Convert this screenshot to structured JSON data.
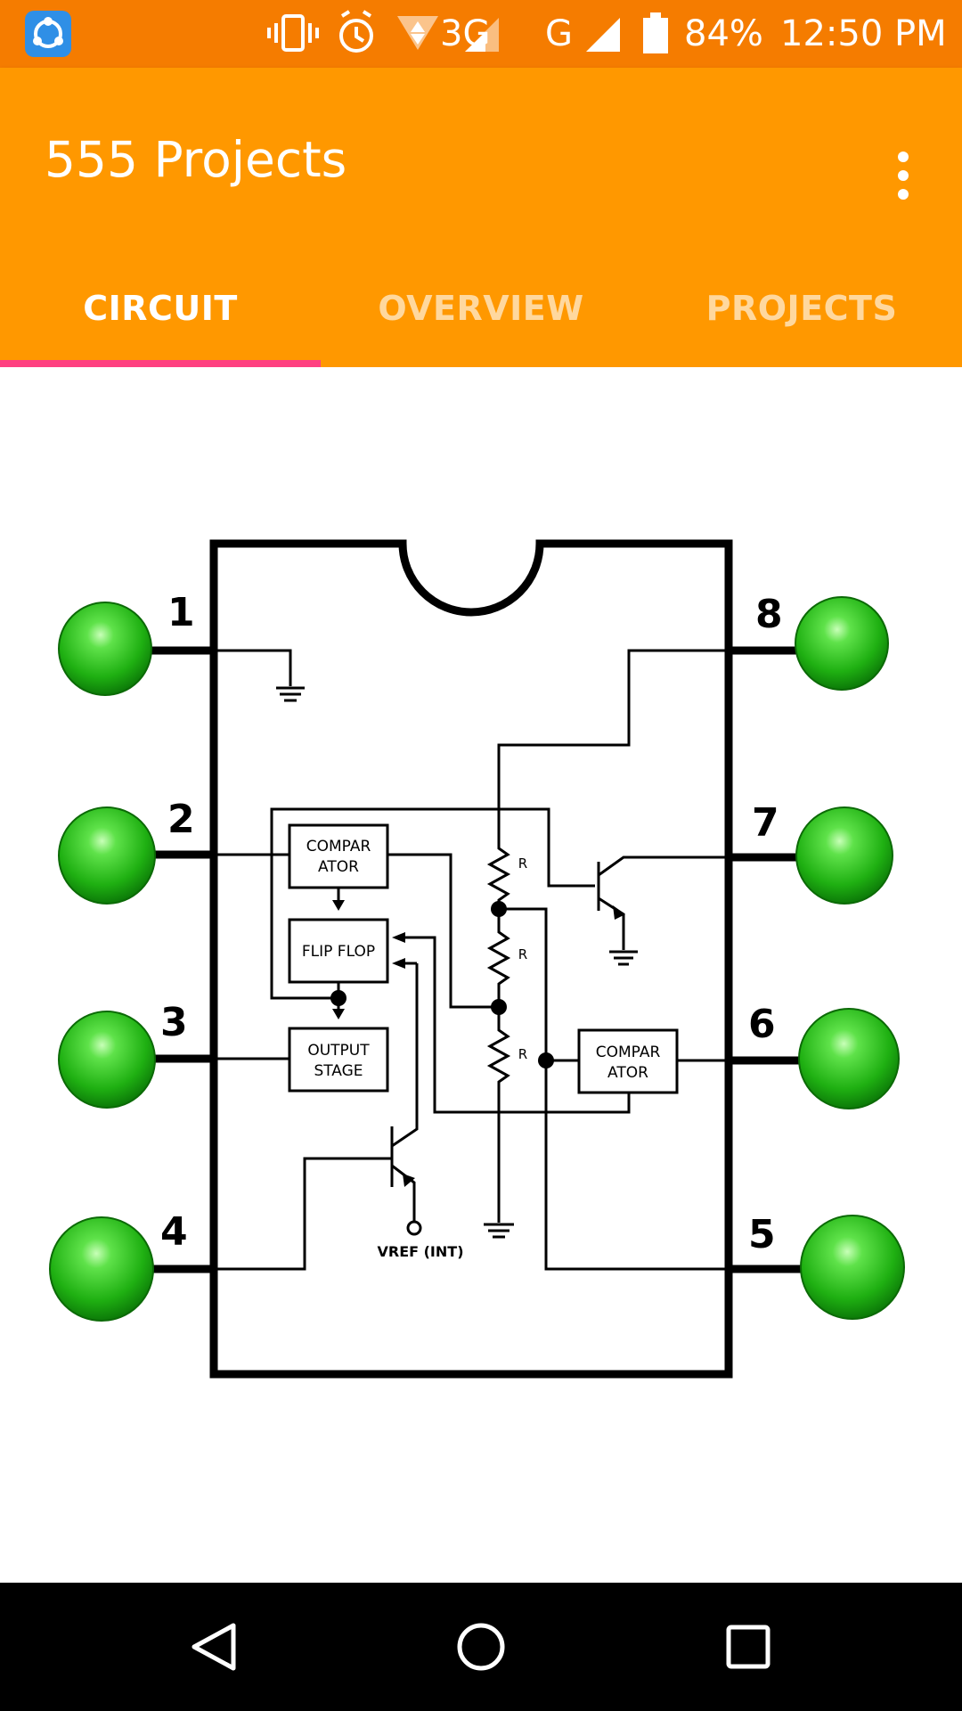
{
  "status_bar": {
    "network_3g": "3G",
    "network_g": "G",
    "battery": "84%",
    "time": "12:50 PM",
    "icons": [
      "shareit-app-icon",
      "vibrate-icon",
      "alarm-icon",
      "data-arrows-icon",
      "signal-icon",
      "battery-icon"
    ]
  },
  "app_bar": {
    "title": "555 Projects",
    "menu_icon": "more-vertical-icon"
  },
  "tabs": [
    {
      "label": "CIRCUIT",
      "selected": true
    },
    {
      "label": "OVERVIEW",
      "selected": false
    },
    {
      "label": "PROJECTS",
      "selected": false
    }
  ],
  "diagram": {
    "pins": [
      "1",
      "2",
      "3",
      "4",
      "5",
      "6",
      "7",
      "8"
    ],
    "blocks": {
      "comparator_top_line1": "COMPAR",
      "comparator_top_line2": "ATOR",
      "flip_flop": "FLIP FLOP",
      "output_line1": "OUTPUT",
      "output_line2": "STAGE",
      "comparator_right_line1": "COMPAR",
      "comparator_right_line2": "ATOR"
    },
    "resistor_label": "R",
    "vref_label": "VREF (INT)"
  },
  "nav_bar": {
    "icons": [
      "back-icon",
      "home-icon",
      "recents-icon"
    ]
  },
  "colors": {
    "status_bar": "#f57c00",
    "app_bar": "#ff9800",
    "tab_indicator": "#ff4081",
    "pin_green": "#2ec21b"
  }
}
